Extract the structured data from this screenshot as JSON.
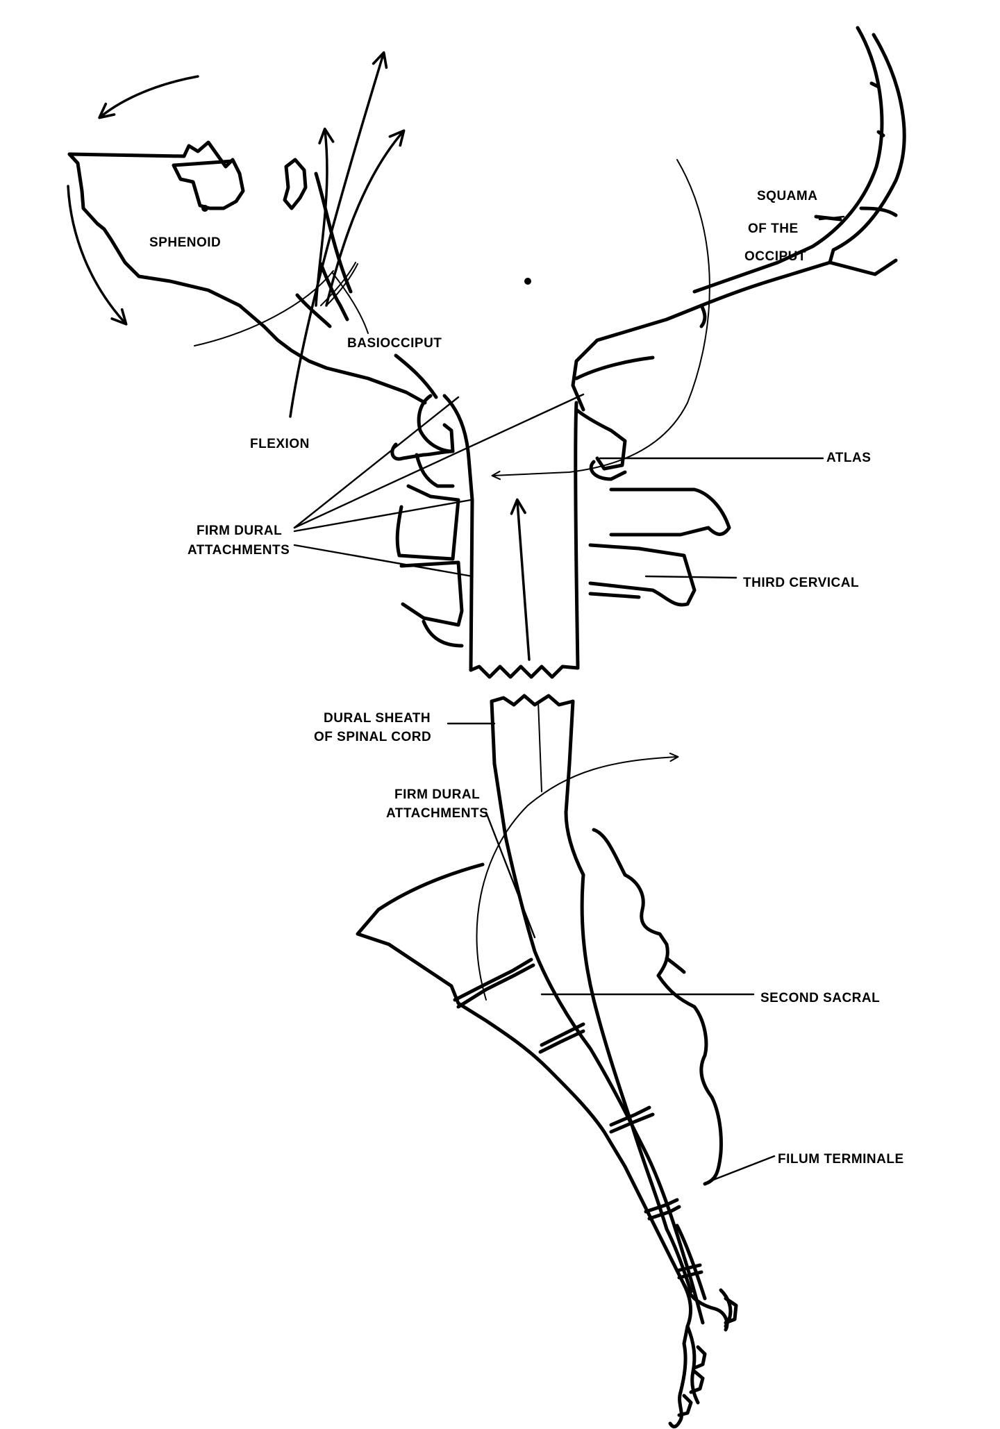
{
  "labels": {
    "sphenoid": "SPHENOID",
    "basiocciput": "BASIOCCIPUT",
    "flexion": "FLEXION",
    "squama_line1": "SQUAMA",
    "squama_line2": "OF THE",
    "squama_line3": "OCCIPUT",
    "atlas": "ATLAS",
    "firm_dural_upper_line1": "FIRM DURAL",
    "firm_dural_upper_line2": "ATTACHMENTS",
    "third_cervical": "THIRD CERVICAL",
    "dural_sheath_line1": "DURAL SHEATH",
    "dural_sheath_line2": "OF SPINAL CORD",
    "firm_dural_lower_line1": "FIRM DURAL",
    "firm_dural_lower_line2": "ATTACHMENTS",
    "second_sacral": "SECOND SACRAL",
    "filum_terminale": "FILUM TERMINALE"
  },
  "colors": {
    "ink": "#000000",
    "background": "#ffffff"
  }
}
